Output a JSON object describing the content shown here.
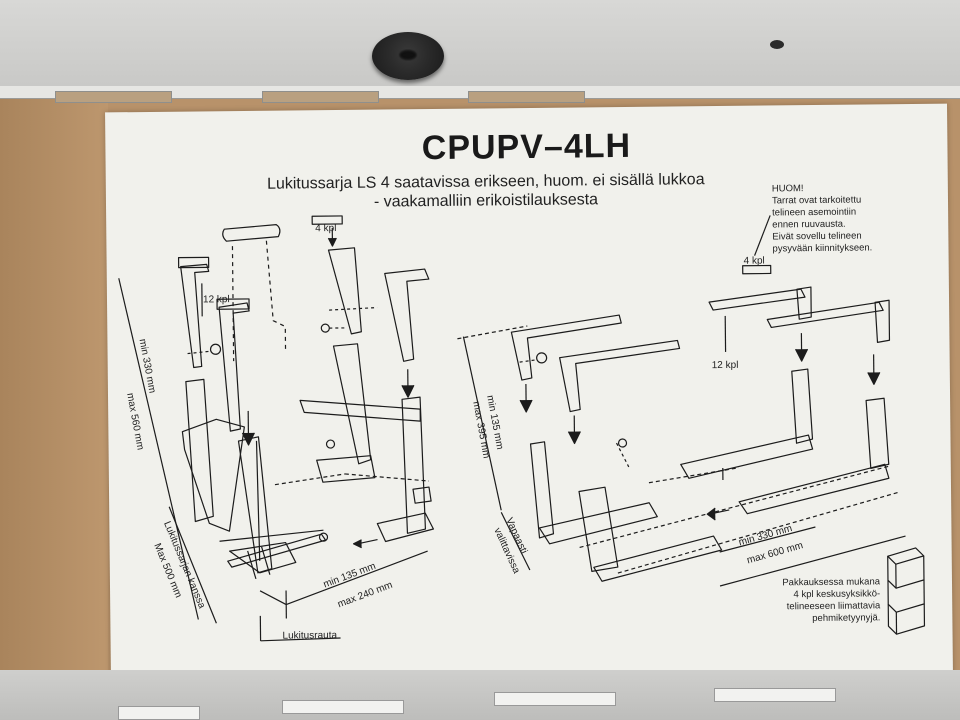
{
  "document": {
    "title": "CPUPV–4LH",
    "subtitle_line1": "Lukitussarja LS 4 saatavissa erikseen, huom. ei sisällä lukkoa",
    "subtitle_line2": "- vaakamalliin erikoistilauksesta"
  },
  "note_huomi": {
    "heading": "HUOM!",
    "lines": [
      "Tarrat ovat tarkoitettu",
      "telineen asemointiin",
      "ennen ruuvausta.",
      "Eivät sovellu telineen",
      "pysyvään kiinnitykseen."
    ]
  },
  "note_package": {
    "lines": [
      "Pakkauksessa mukana",
      "4 kpl keskusyksikkö-",
      "telineeseen liimattavia",
      "pehmiketyynyjä."
    ]
  },
  "labels": {
    "qty_4_left": "4 kpl",
    "qty_12_left": "12 kpl",
    "qty_4_right": "4 kpl",
    "qty_12_right": "12 kpl",
    "min330_left": "min 330 mm",
    "max560_left": "max 560 mm",
    "lukitus_kanssa": "Lukitussarjan kanssa",
    "max500": "Max 500 mm",
    "min135_bottom": "min 135 mm",
    "max240_bottom": "max 240 mm",
    "lukitusrauta": "Lukitusrauta",
    "min135_right": "min 135 mm",
    "max395_right": "max 395 mm",
    "vapaasti": "Vapaasti",
    "valittavissa": "valittavissa",
    "min330_right": "min 330 mm",
    "max600_right": "max 600 mm"
  },
  "colors": {
    "ink": "#1c1c1c",
    "paper": "#f1f1ec",
    "cardboard": "#b8926a",
    "frame": "#cfcfcd"
  }
}
